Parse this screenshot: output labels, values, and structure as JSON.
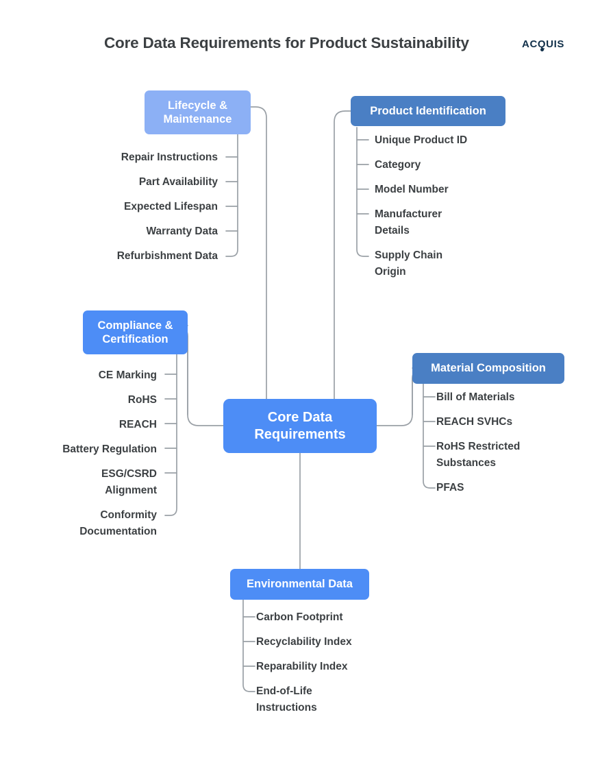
{
  "header": {
    "title": "Core Data Requirements for Product Sustainability",
    "logo_text": "ACQUIS",
    "logo_color": "#11304a"
  },
  "colors": {
    "root_node": "#4d8df6",
    "branch_light_blue": "#8cb0f5",
    "branch_steel_blue": "#4a7fc4",
    "branch_bright_blue": "#4d8df6",
    "connector_line": "#9aa0a6",
    "leaf_text": "#3c4043",
    "background": "#ffffff"
  },
  "mindmap": {
    "type": "mindmap",
    "root": {
      "label": "Core Data Requirements"
    },
    "branches": [
      {
        "id": "lifecycle-maintenance",
        "label": "Lifecycle & Maintenance",
        "side": "left",
        "color": "#8cb0f5",
        "leaves": [
          "Repair Instructions",
          "Part Availability",
          "Expected Lifespan",
          "Warranty Data",
          "Refurbishment Data"
        ]
      },
      {
        "id": "product-identification",
        "label": "Product Identification",
        "side": "right",
        "color": "#4a7fc4",
        "leaves": [
          "Unique Product ID",
          "Category",
          "Model Number",
          "Manufacturer Details",
          "Supply Chain Origin"
        ]
      },
      {
        "id": "compliance-certification",
        "label": "Compliance & Certification",
        "side": "left",
        "color": "#4d8df6",
        "leaves": [
          "CE Marking",
          "RoHS",
          "REACH",
          "Battery Regulation",
          "ESG/CSRD Alignment",
          "Conformity Documentation"
        ]
      },
      {
        "id": "material-composition",
        "label": "Material Composition",
        "side": "right",
        "color": "#4a7fc4",
        "leaves": [
          "Bill of Materials",
          "REACH SVHCs",
          "RoHS Restricted Substances",
          "PFAS"
        ]
      },
      {
        "id": "environmental-data",
        "label": "Environmental Data",
        "side": "bottom",
        "color": "#4d8df6",
        "leaves": [
          "Carbon Footprint",
          "Recyclability Index",
          "Reparability Index",
          "End-of-Life Instructions"
        ]
      }
    ]
  }
}
